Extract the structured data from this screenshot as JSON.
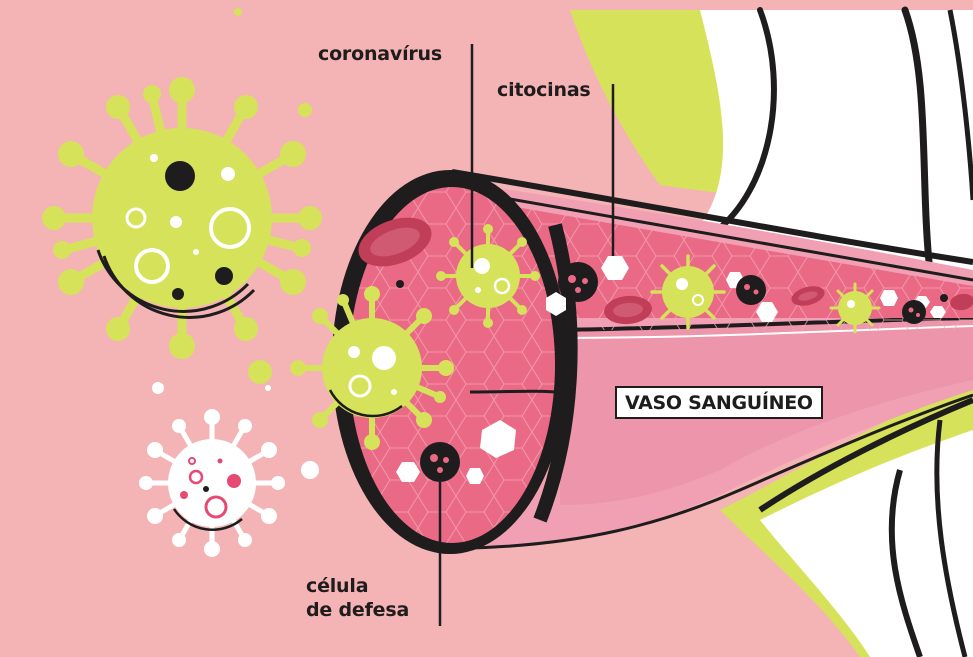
{
  "labels": {
    "coronavirus": "coronavírus",
    "citocinas": "citocinas",
    "celula_line1": "célula",
    "celula_line2": "de defesa",
    "vaso": "VASO SANGUÍNEO"
  },
  "colors": {
    "background": "#f4b4b5",
    "virus_yellow": "#d6e25a",
    "vessel_interior": "#ea6a86",
    "vessel_wall": "#f0a0b2",
    "outline_dark": "#1e1c1c",
    "red_cell": "#c13e58",
    "white_virus_accent": "#e64a74"
  }
}
